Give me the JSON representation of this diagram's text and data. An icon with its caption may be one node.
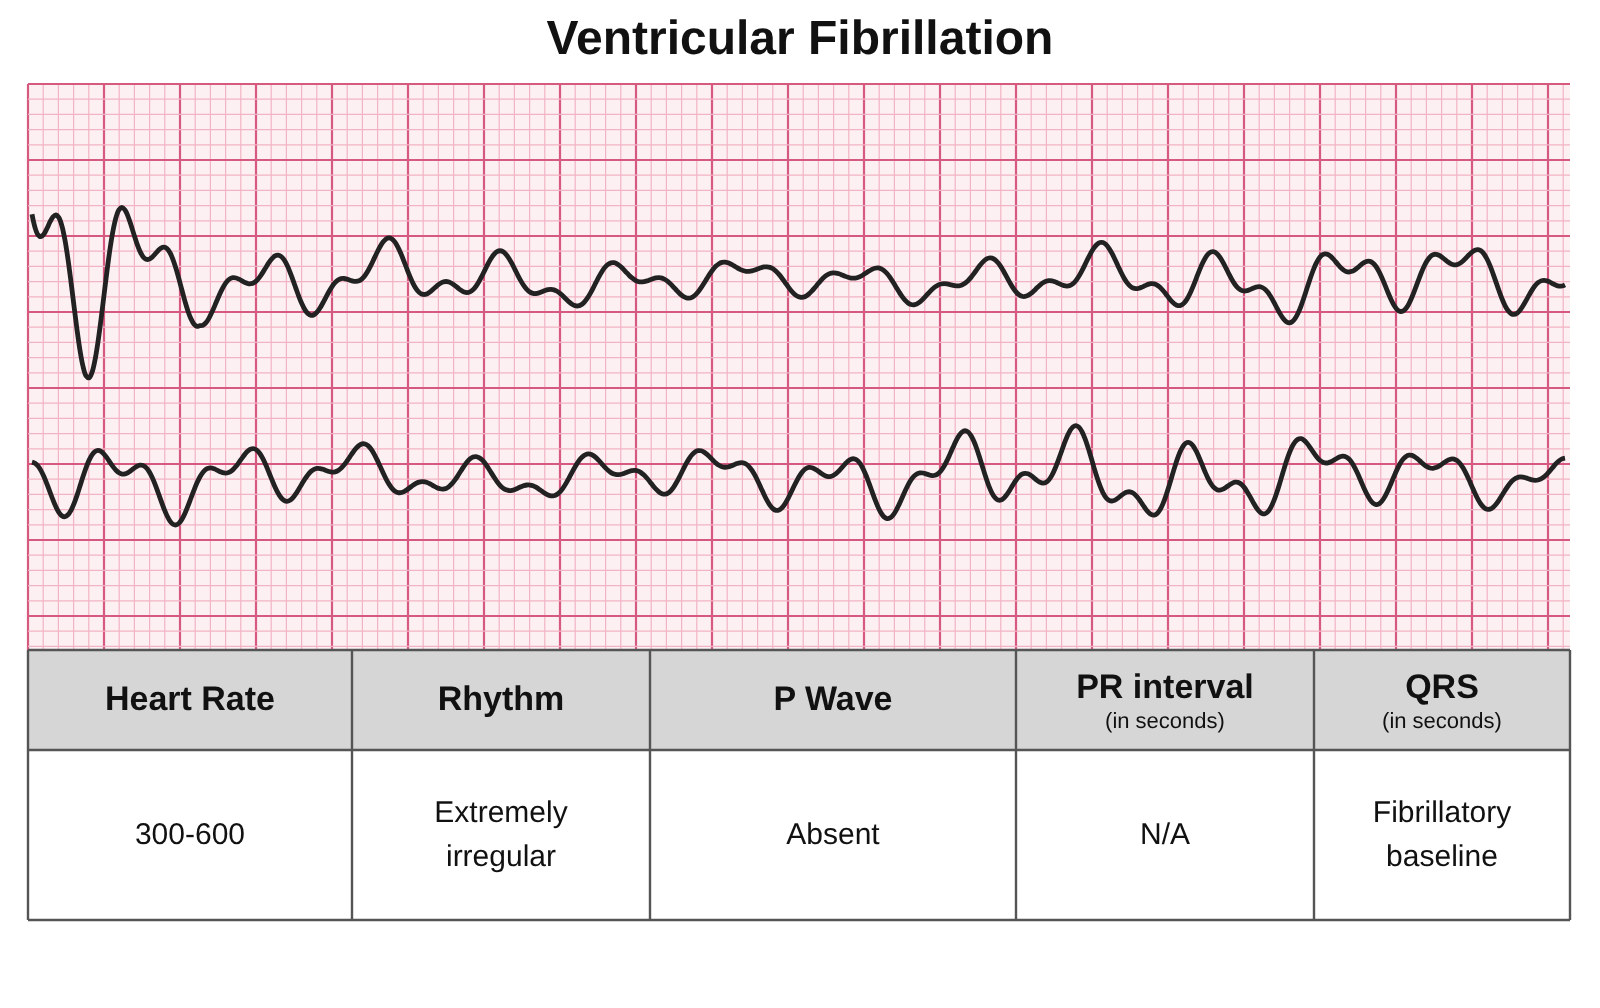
{
  "diagram": {
    "title": "Ventricular Fibrillation",
    "labels": [
      "Heart Rate",
      "Rhythm",
      "P Wave",
      "PR interval",
      "(in seconds)",
      "QRS",
      "(in seconds)",
      "300-600",
      "Extremely irregular",
      "Absent",
      "N/A",
      "Fibrillatory baseline"
    ]
  }
}
